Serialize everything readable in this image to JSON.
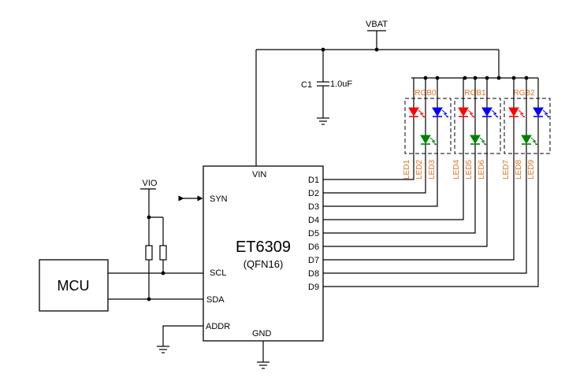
{
  "supply": {
    "vbat": "VBAT",
    "vio": "VIO"
  },
  "capacitor": {
    "ref": "C1",
    "value": "1.0uF"
  },
  "chip": {
    "name": "ET6309",
    "package": "(QFN16)"
  },
  "pins_left": {
    "vin": "VIN",
    "syn": "SYN",
    "scl": "SCL",
    "sda": "SDA",
    "addr": "ADDR",
    "gnd": "GND"
  },
  "pins_right": [
    "D1",
    "D2",
    "D3",
    "D4",
    "D5",
    "D6",
    "D7",
    "D8",
    "D9"
  ],
  "mcu": {
    "label": "MCU"
  },
  "rgb_groups": [
    "RGB0",
    "RGB1",
    "RGB2"
  ],
  "led_labels": [
    "LED1",
    "LED2",
    "LED3",
    "LED4",
    "LED5",
    "LED6",
    "LED7",
    "LED8",
    "LED9"
  ],
  "colors": {
    "red": "#ff0000",
    "blue": "#0000ff",
    "green": "#008000",
    "label_orange": "#e07020"
  }
}
